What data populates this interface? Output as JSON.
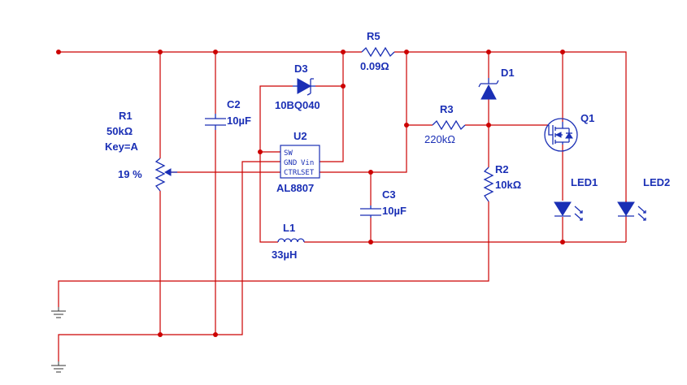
{
  "components": {
    "r5": {
      "ref": "R5",
      "value": "0.09Ω"
    },
    "d3": {
      "ref": "D3",
      "value": "10BQ040"
    },
    "d1": {
      "ref": "D1"
    },
    "c2": {
      "ref": "C2",
      "value": "10µF"
    },
    "r1": {
      "ref": "R1",
      "value": "50kΩ",
      "key": "Key=A",
      "percent": "19 %"
    },
    "u2": {
      "ref": "U2",
      "value": "AL8807",
      "pins": {
        "sw": "SW",
        "gnd": "GND",
        "vin": "Vin",
        "ctrl": "CTRL",
        "set": "SET"
      }
    },
    "r3": {
      "ref": "R3",
      "value": "220kΩ"
    },
    "q1": {
      "ref": "Q1"
    },
    "r2": {
      "ref": "R2",
      "value": "10kΩ"
    },
    "c3": {
      "ref": "C3",
      "value": "10µF"
    },
    "l1": {
      "ref": "L1",
      "value": "33µH"
    },
    "led1": {
      "ref": "LED1"
    },
    "led2": {
      "ref": "LED2"
    }
  },
  "colors": {
    "wire": "#cc0000",
    "component": "#1a2fb5",
    "ground": "#333333"
  }
}
